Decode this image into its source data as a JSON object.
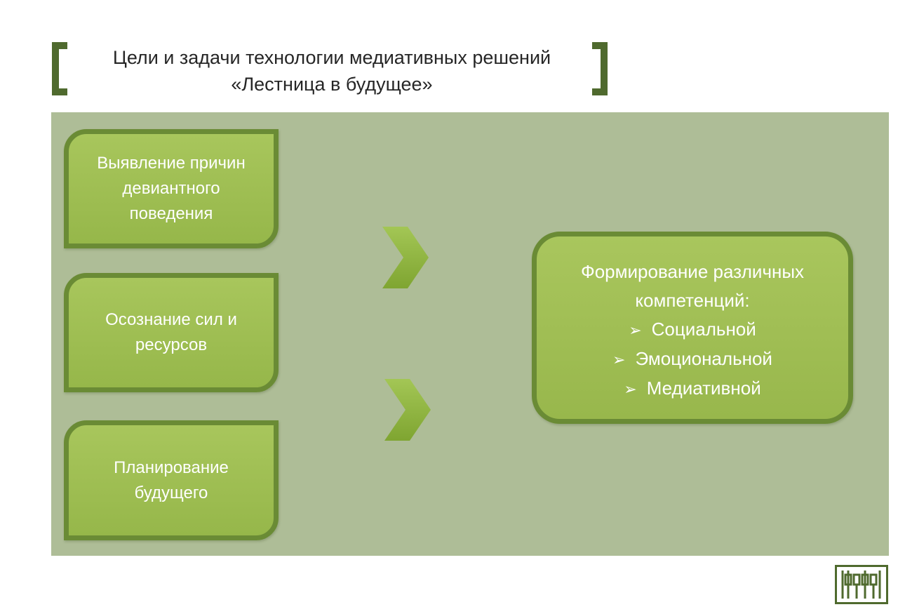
{
  "title": {
    "line1": "Цели и задачи технологии медиативных решений",
    "line2": "«Лестница в будущее»"
  },
  "steps": [
    {
      "label": "Выявление причин девиантного поведения"
    },
    {
      "label": "Осознание сил и ресурсов"
    },
    {
      "label": "Планирование будущего"
    }
  ],
  "result": {
    "title": "Формирование различных компетенций:",
    "bullet": "➢",
    "items": [
      "Социальной",
      "Эмоциональной",
      "Медиативной"
    ]
  },
  "colors": {
    "panel": "#aebd97",
    "box_fill": "#9fbf52",
    "box_border": "#6a8b35",
    "bracket": "#4f6a2e",
    "chevron": "#8eb43a"
  },
  "logo": {
    "icon": "logo-icon"
  }
}
